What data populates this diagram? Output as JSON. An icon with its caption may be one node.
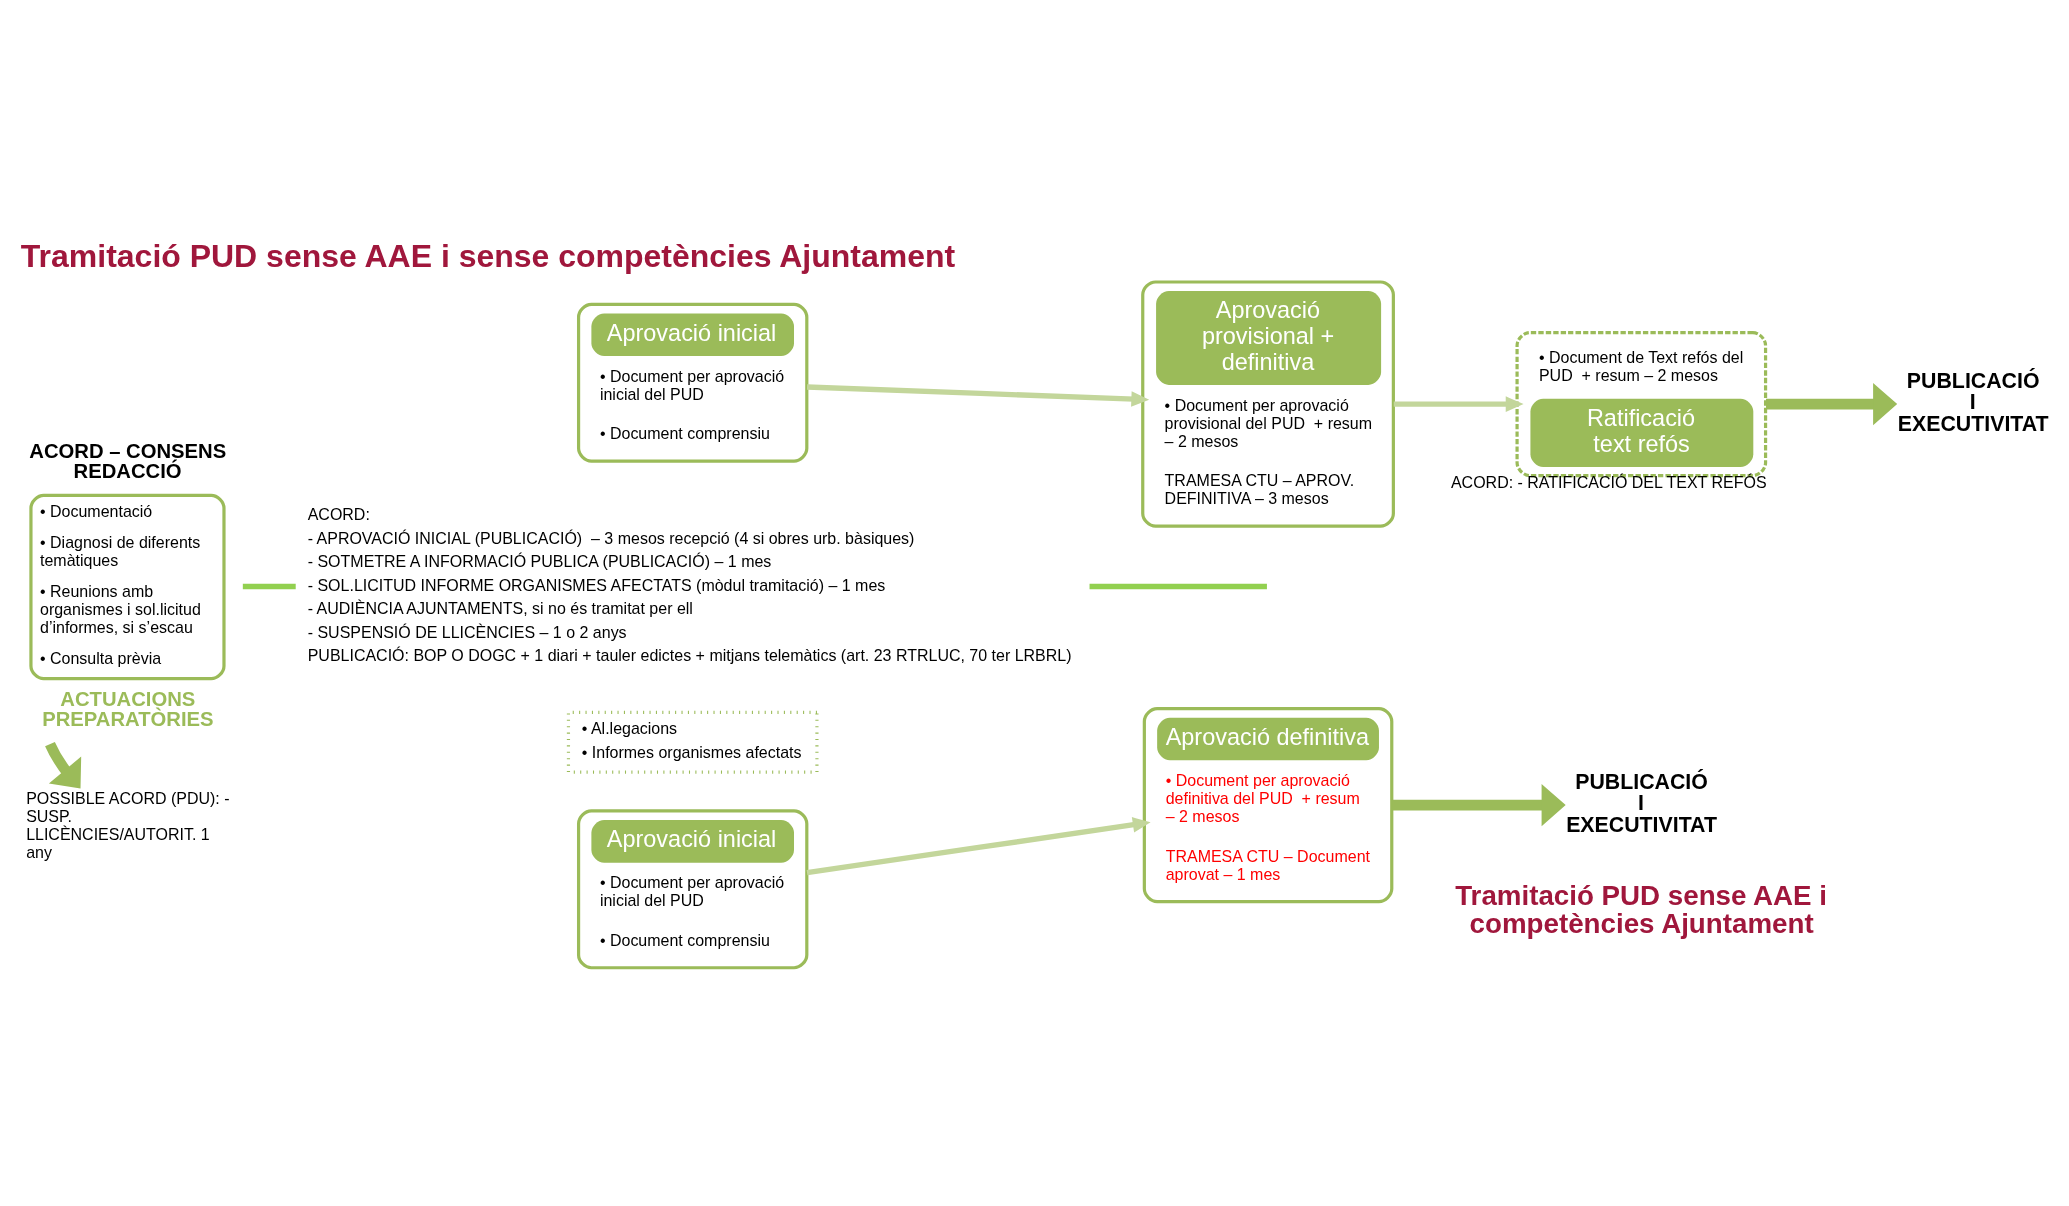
{
  "diagram": {
    "title": "Tramitació PUD sense AAE i sense competències Ajuntament",
    "nodes": [
      {
        "text": [
          "Aprovació inicial",
          "• Document per aprovació inicial del PUD",
          "• Document comprensiu"
        ]
      },
      {
        "text": [
          "Aprovació provisional + definitiva",
          "• Document per aprovació provisional del PUD  + resum – 2 mesos",
          "TRAMESA CTU – APROV. DEFINITIVA – 3 mesos"
        ]
      },
      {
        "text": [
          "• Document de Text refós del PUD  + resum – 2 mesos",
          "Ratificació text refós"
        ],
        "beside": [
          "ACORD: - RATIFICACIÓ DEL TEXT REFÓS"
        ]
      },
      {
        "text": [
          "PUBLICACIÓ I EXECUTIVITAT"
        ]
      },
      {
        "text": [
          "ACORD – CONSENS REDACCIÓ",
          "• Documentació",
          "• Diagnosi de diferents temàtiques",
          "• Reunions amb organismes i sol.licitud d’informes, si s’escau",
          "• Consulta prèvia",
          "ACTUACIONS PREPARATÒRIES"
        ]
      },
      {
        "text": [
          "POSSIBLE ACORD (PDU): - SUSP. LLICÈNCIES/AUTORIT. 1 any"
        ]
      },
      {
        "text": [
          "ACORD:",
          "- APROVACIÓ INICIAL (PUBLICACIÓ)  – 3 mesos recepció (4 si obres urb. bàsiques)",
          "- SOTMETRE A INFORMACIÓ PUBLICA (PUBLICACIÓ) – 1 mes",
          "- SOL.LICITUD INFORME ORGANISMES AFECTATS (mòdul tramitació) – 1 mes",
          "- AUDIÈNCIA AJUNTAMENTS, si no és tramitat per ell",
          "- SUSPENSIÓ DE LLICÈNCIES – 1 o 2 anys",
          "PUBLICACIÓ: BOP O DOGC + 1 diari + tauler edictes + mitjans telemàtics (art. 23 RTRLUC, 70 ter LRBRL)"
        ]
      },
      {
        "text": [
          "• Al.legacions",
          "• Informes organismes afectats"
        ]
      },
      {
        "text": [
          "Aprovació inicial",
          "• Document per aprovació inicial del PUD",
          "• Document comprensiu"
        ]
      },
      {
        "text": [
          "Aprovació definitiva",
          "• Document per aprovació definitiva del PUD  + resum – 2 mesos",
          "TRAMESA CTU – Document aprovat – 1 mes"
        ]
      },
      {
        "text": [
          "PUBLICACIÓ I EXECUTIVITAT"
        ]
      }
    ],
    "edges": [
      {
        "from": 0,
        "to": 1,
        "arrow": "to"
      },
      {
        "from": 1,
        "to": 2,
        "arrow": "to"
      },
      {
        "from": 2,
        "to": 3,
        "arrow": "to",
        "style": "thick"
      },
      {
        "from": 4,
        "to": 5,
        "arrow": "to",
        "style": "thick"
      },
      {
        "from": 4,
        "to": 6,
        "arrow": "none",
        "color": "#92d050"
      },
      {
        "from": 6,
        "to": null,
        "arrow": "none",
        "color": "#92d050"
      },
      {
        "from": 8,
        "to": 9,
        "arrow": "to"
      },
      {
        "from": 9,
        "to": 10,
        "arrow": "to",
        "style": "thick"
      }
    ],
    "labels": [
      "Tramitació PUD sense AAE i competències Ajuntament"
    ]
  }
}
